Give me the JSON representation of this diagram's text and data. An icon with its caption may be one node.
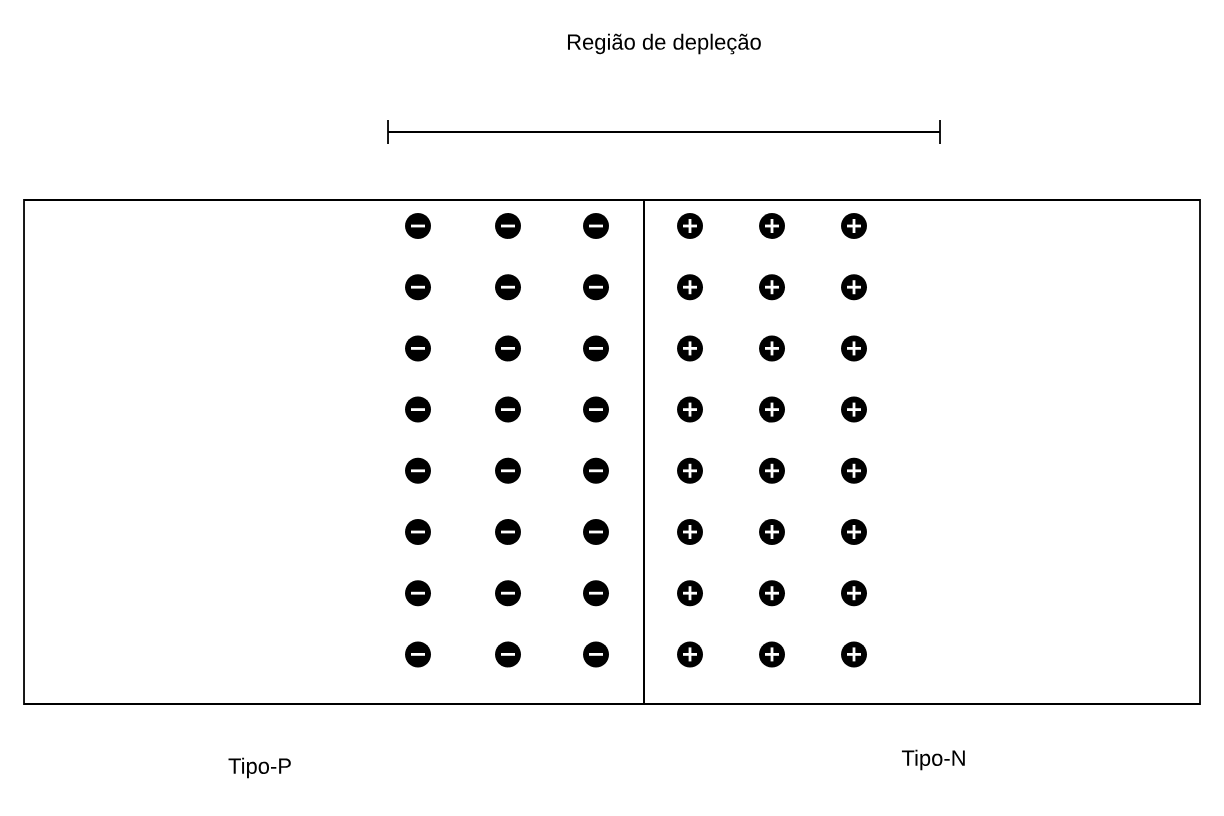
{
  "diagram": {
    "title": "Região de depleção",
    "nodes": [
      {
        "text": [
          "Tipo-P"
        ]
      },
      {
        "text": [
          "Tipo-N"
        ]
      }
    ]
  }
}
